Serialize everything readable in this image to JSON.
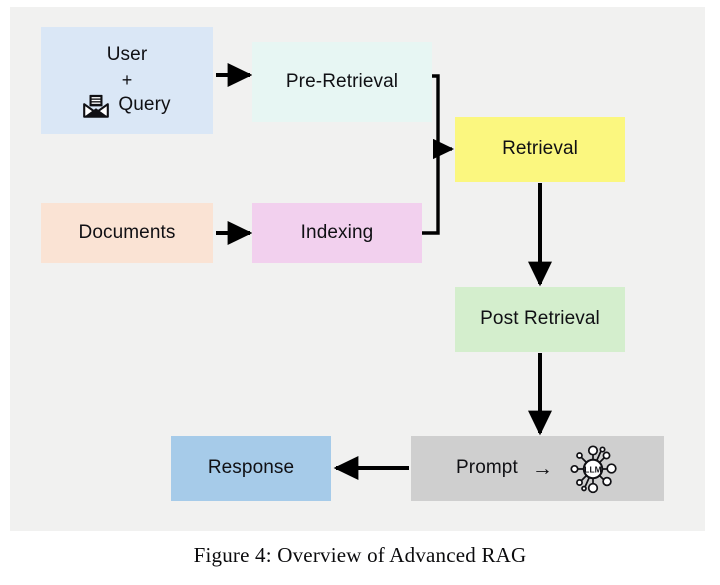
{
  "figure": {
    "caption": "Figure 4: Overview of Advanced RAG",
    "panel_background": "#f1f1f0",
    "page_background": "#ffffff"
  },
  "diagram": {
    "type": "flowchart",
    "title": "Overview of Advanced RAG",
    "nodes": [
      {
        "id": "user-query",
        "label_line1": "User",
        "label_line2": "+",
        "label_line3": "Query",
        "icon": "envelope-icon",
        "color": "#dae7f6"
      },
      {
        "id": "pre-retrieval",
        "label": "Pre-Retrieval",
        "color": "#e7f6f3"
      },
      {
        "id": "documents",
        "label": "Documents",
        "color": "#fae3d4"
      },
      {
        "id": "indexing",
        "label": "Indexing",
        "color": "#f2d0ee"
      },
      {
        "id": "retrieval",
        "label": "Retrieval",
        "color": "#fbf77f"
      },
      {
        "id": "post-retrieval",
        "label": "Post Retrieval",
        "color": "#d4eecd"
      },
      {
        "id": "prompt",
        "label": "Prompt",
        "arrow_glyph": "→",
        "icon": "llm-network-icon",
        "icon_label": "LLM",
        "color": "#cfcfcf"
      },
      {
        "id": "response",
        "label": "Response",
        "color": "#a6cbe9"
      }
    ],
    "edges": [
      {
        "from": "user-query",
        "to": "pre-retrieval",
        "style": "straight-arrow"
      },
      {
        "from": "documents",
        "to": "indexing",
        "style": "straight-arrow"
      },
      {
        "from": "pre-retrieval",
        "to": "retrieval",
        "style": "elbow-merge-arrow"
      },
      {
        "from": "indexing",
        "to": "retrieval",
        "style": "elbow-merge-arrow"
      },
      {
        "from": "retrieval",
        "to": "post-retrieval",
        "style": "straight-arrow-down"
      },
      {
        "from": "post-retrieval",
        "to": "prompt",
        "style": "straight-arrow-down"
      },
      {
        "from": "prompt",
        "to": "response",
        "style": "straight-arrow-left"
      }
    ],
    "edge_color": "#000000"
  }
}
